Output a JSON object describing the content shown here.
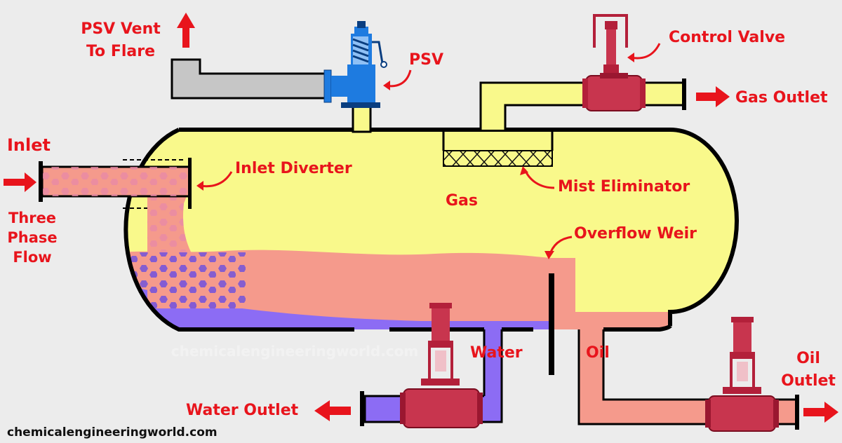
{
  "labels": {
    "psv_vent": [
      "PSV Vent",
      "To Flare"
    ],
    "psv": "PSV",
    "control_valve": "Control Valve",
    "gas_outlet": "Gas Outlet",
    "inlet": "Inlet",
    "three_phase": [
      "Three",
      "Phase",
      "Flow"
    ],
    "inlet_diverter": "Inlet Diverter",
    "mist_eliminator": "Mist Eliminator",
    "gas": "Gas",
    "overflow_weir": "Overflow Weir",
    "water": "Water",
    "oil": "Oil",
    "water_outlet": "Water Outlet",
    "oil_outlet": [
      "Oil",
      "Outlet"
    ],
    "watermark": "chemicalengineeringworld.com",
    "credit": "chemicalengineeringworld.com"
  },
  "colors": {
    "gas": "#f9f98b",
    "oil": "#f59a8c",
    "water": "#8c6cf4",
    "label": "#e8141c",
    "valve": "#b3203a",
    "psv": "#1e7be0",
    "vent_pipe": "#c6c6c6"
  }
}
